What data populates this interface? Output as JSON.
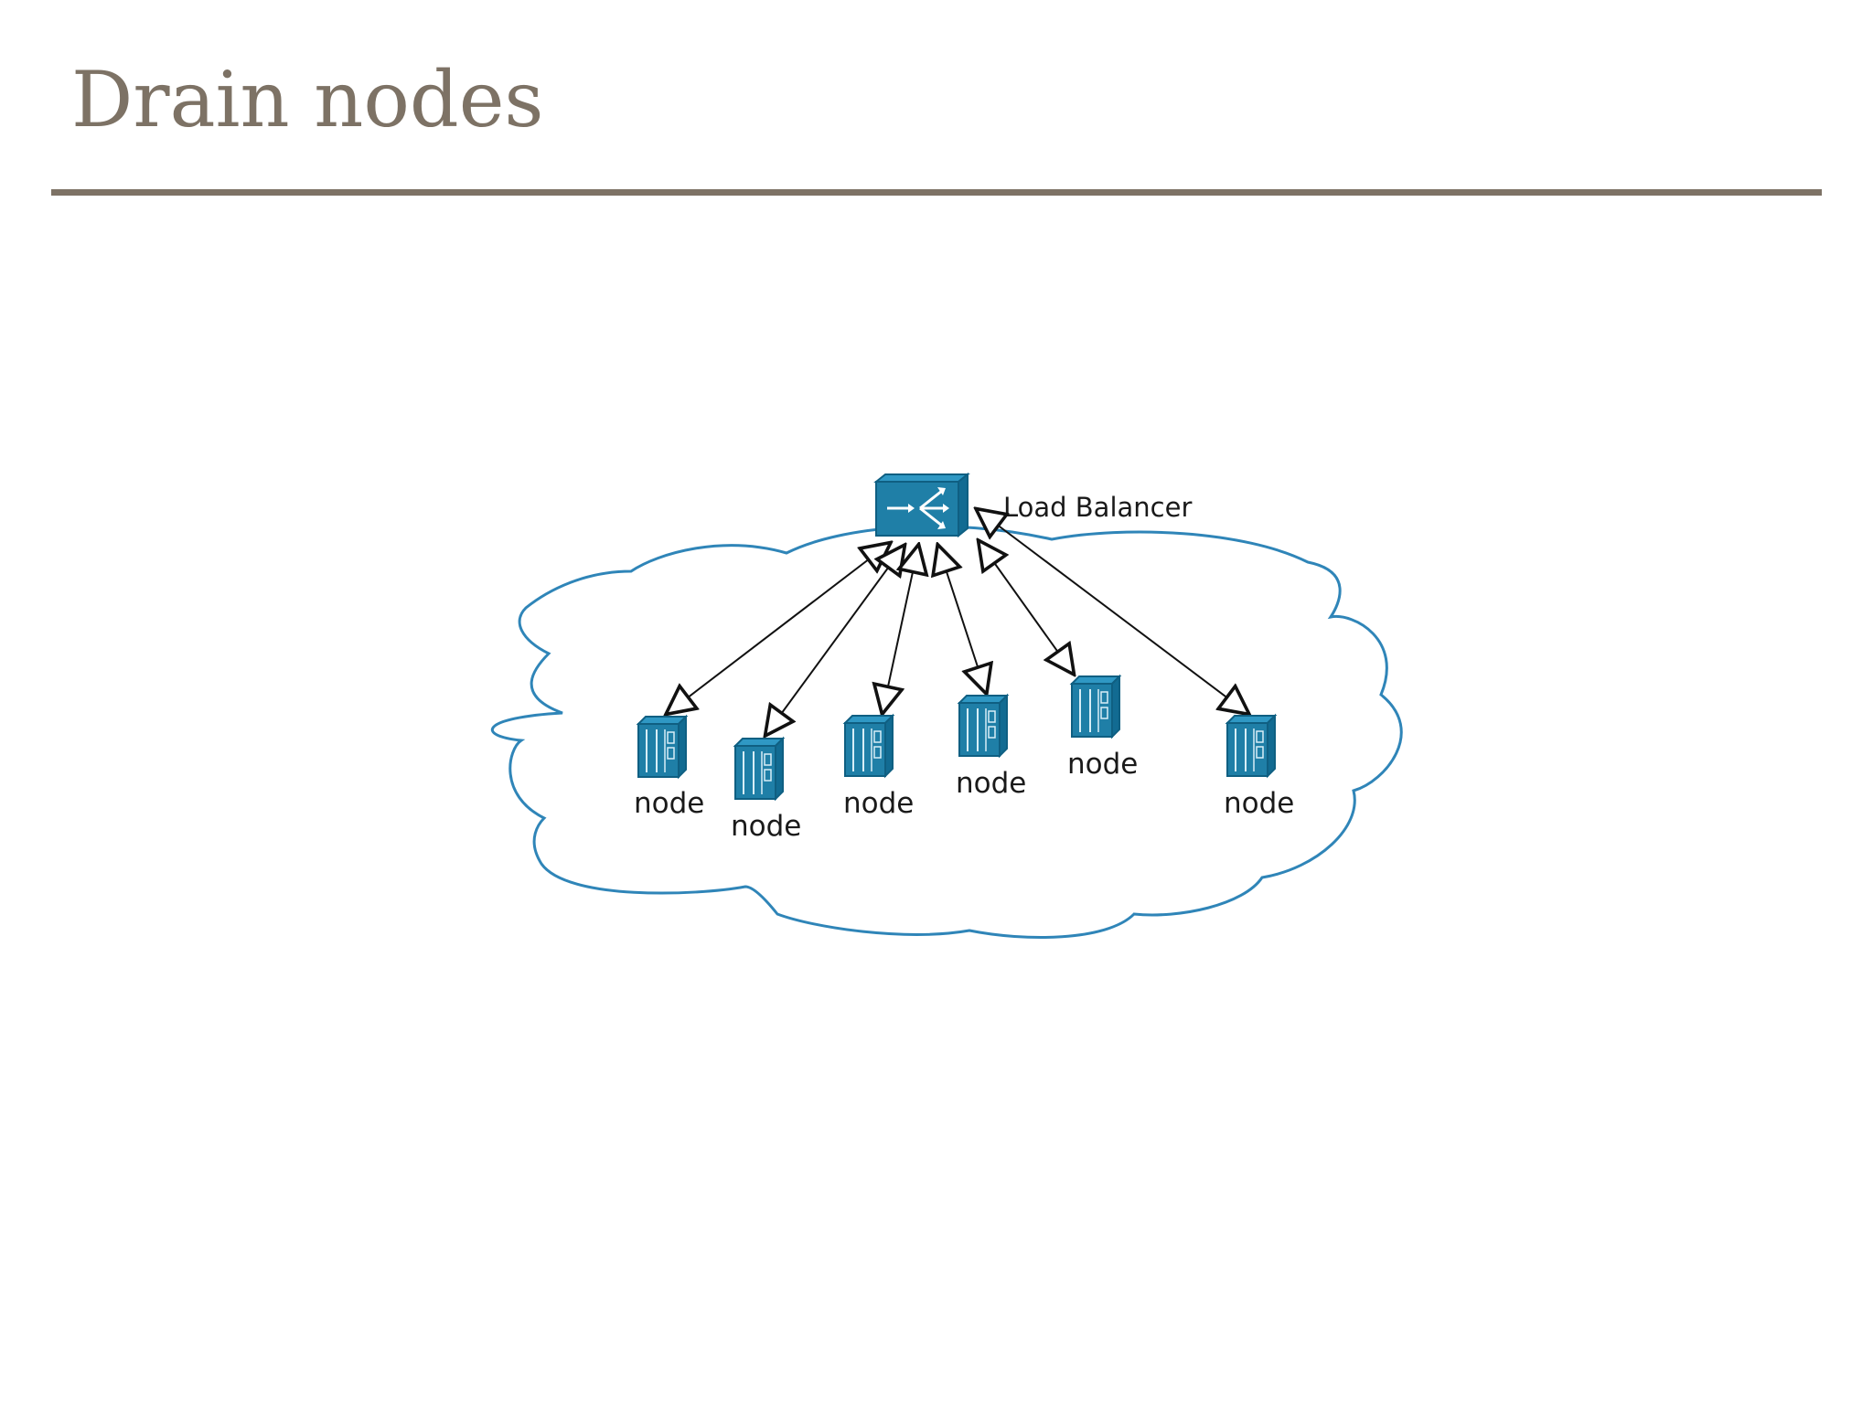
{
  "slide": {
    "title": "Drain nodes"
  },
  "diagram": {
    "load_balancer_label": "Load Balancer",
    "node_labels": [
      "node",
      "node",
      "node",
      "node",
      "node",
      "node"
    ],
    "colors": {
      "device_fill": "#1f7fa7",
      "device_dark": "#0f5f82",
      "cloud_stroke": "#2f85b8",
      "arrow": "#111111",
      "title": "#7d7265"
    },
    "icons": [
      "load-balancer-icon",
      "server-icon",
      "cloud-shape",
      "arrow-double-icon"
    ]
  }
}
